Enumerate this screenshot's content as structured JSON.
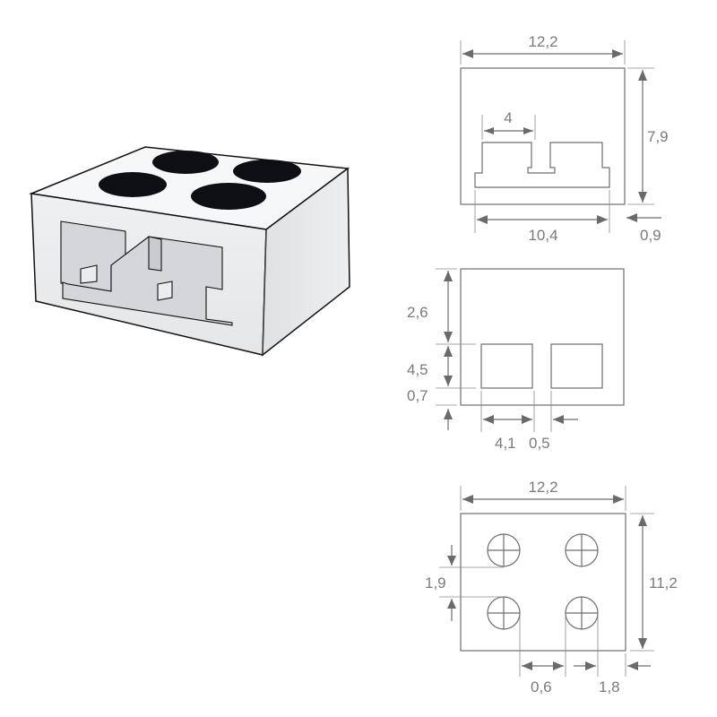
{
  "diagram": {
    "subject": "terminal block connector with 4 holes",
    "colors": {
      "line": "#6e6e6e",
      "label": "#7a7a7a",
      "body": "#e9ebed",
      "hole": "#0d0f14"
    }
  },
  "views": {
    "front": {
      "width": "12,2",
      "height": "7,9",
      "slot_width": "4",
      "base_width": "10,4",
      "side_offset": "0,9"
    },
    "section": {
      "top_offset": "2,6",
      "opening_height": "4,5",
      "bottom_offset": "0,7",
      "opening_width": "4,1",
      "gap": "0,5"
    },
    "top": {
      "width": "12,2",
      "height": "11,2",
      "hole_spacing_vertical": "1,9",
      "hole_gap_horizontal": "0,6",
      "edge_offset": "1,8"
    }
  }
}
